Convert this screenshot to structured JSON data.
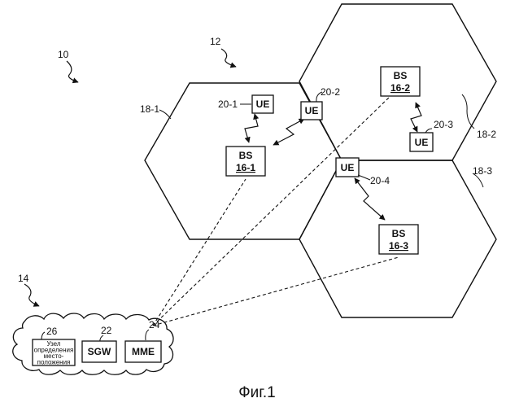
{
  "figure": {
    "caption": "Фиг.1",
    "system_ref": "10",
    "ran_ref": "12",
    "core_ref": "14"
  },
  "cells": [
    {
      "label": "18-1"
    },
    {
      "label": "18-2"
    },
    {
      "label": "18-3"
    }
  ],
  "base_stations": [
    {
      "name": "BS",
      "ref": "16-1"
    },
    {
      "name": "BS",
      "ref": "16-2"
    },
    {
      "name": "BS",
      "ref": "16-3"
    }
  ],
  "ues": [
    {
      "name": "UE",
      "ref": "20-1"
    },
    {
      "name": "UE",
      "ref": "20-2"
    },
    {
      "name": "UE",
      "ref": "20-3"
    },
    {
      "name": "UE",
      "ref": "20-4"
    }
  ],
  "core": {
    "location_node": {
      "ref": "26",
      "lines": [
        "Узел",
        "определения",
        "место-",
        "положения"
      ]
    },
    "sgw": {
      "ref": "22",
      "label": "SGW"
    },
    "mme": {
      "ref": "24",
      "label": "MME"
    }
  }
}
